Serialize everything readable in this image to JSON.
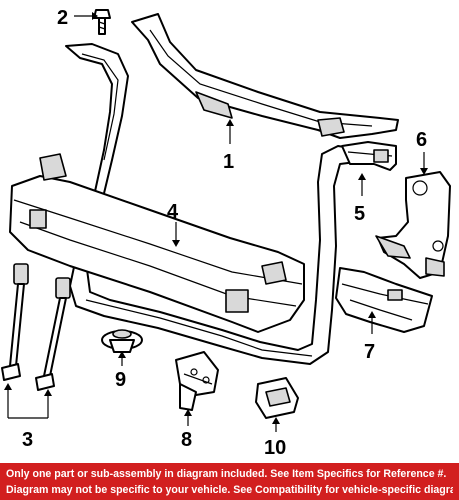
{
  "callouts": {
    "c1": "1",
    "c2": "2",
    "c3": "3",
    "c4": "4",
    "c5": "5",
    "c6": "6",
    "c7": "7",
    "c8": "8",
    "c9": "9",
    "c10": "10"
  },
  "footer": {
    "line1": "Only one part or sub-assembly in diagram included. See Item Specifics for Reference #.",
    "line2": "Diagram may not be specific to your vehicle. See Compatibility for vehicle-specific diagrams."
  },
  "colors": {
    "footer_bg": "#d21f1f",
    "footer_text": "#ffffff",
    "line_art": "#000000"
  }
}
